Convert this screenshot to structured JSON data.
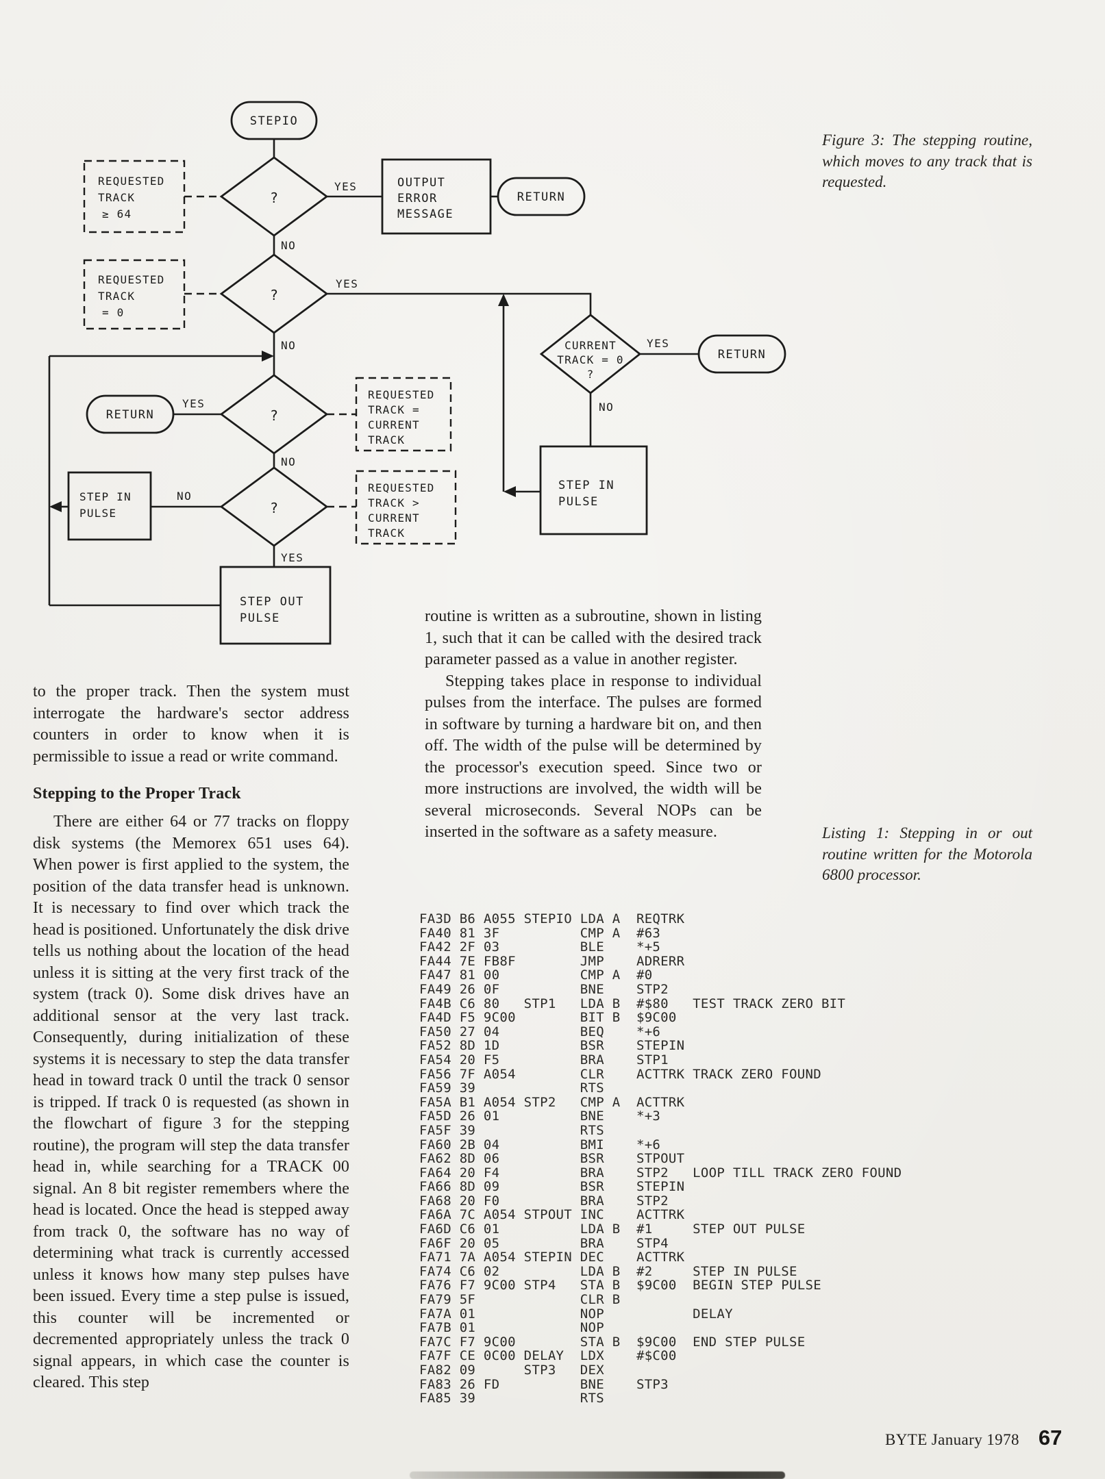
{
  "figure_caption": "Figure 3: The stepping routine, which moves to any track that is requested.",
  "listing_caption": "Listing 1: Stepping in or out routine written for the Motorola 6800 processor.",
  "flowchart": {
    "start": "STEPIO",
    "return_label": "RETURN",
    "yes": "YES",
    "no": "NO",
    "question_mark": "?",
    "output_error": [
      "OUTPUT",
      "ERROR",
      "MESSAGE"
    ],
    "req_ge_64": [
      "REQUESTED",
      "TRACK",
      "≥ 64"
    ],
    "req_eq_0": [
      "REQUESTED",
      "TRACK",
      "= 0"
    ],
    "req_eq_cur": [
      "REQUESTED",
      "TRACK =",
      "CURRENT",
      "TRACK"
    ],
    "req_gt_cur": [
      "REQUESTED",
      "TRACK >",
      "CURRENT",
      "TRACK"
    ],
    "current_track_0": [
      "CURRENT",
      "TRACK = 0",
      "?"
    ],
    "step_in_pulse": [
      "STEP IN",
      "PULSE"
    ],
    "step_out_pulse": [
      "STEP OUT",
      "PULSE"
    ]
  },
  "left_column": {
    "para1": "to the proper track. Then the system must interrogate the hardware's sector address counters in order to know when it is permissible to issue a read or write command.",
    "heading": "Stepping to the Proper Track",
    "para2": "There are either 64 or 77 tracks on floppy disk systems (the Memorex 651 uses 64). When power is first applied to the system, the position of the data transfer head is unknown. It is necessary to find over which track the head is positioned. Unfortunately the disk drive tells us nothing about the location of the head unless it is sitting at the very first track of the system (track 0). Some disk drives have an additional sensor at the very last track. Consequently, during initialization of these systems it is necessary to step the data transfer head in toward track 0 until the track 0 sensor is tripped. If track 0 is requested (as shown in the flowchart of figure 3 for the stepping routine), the program will step the data transfer head in, while searching for a TRACK 00 signal. An 8 bit register remembers where the head is located. Once the head is stepped away from track 0, the software has no way of determining what track is currently accessed unless it knows how many step pulses have been issued. Every time a step pulse is issued, this counter will be incremented or decremented appropriately unless the track 0 signal appears, in which case the counter is cleared. This step"
  },
  "right_column": {
    "para1": "routine is written as a subroutine, shown in listing 1, such that it can be called with the desired track parameter passed as a value in another register.",
    "para2": "Stepping takes place in response to individual pulses from the interface. The pulses are formed in software by turning a hardware bit on, and then off. The width of the pulse will be determined by the processor's execution speed. Since two or more instructions are involved, the width will be several microseconds. Several NOPs can be inserted in the software as a safety measure."
  },
  "listing": {
    "lines": [
      "FA3D B6 A055 STEPIO LDA A  REQTRK",
      "FA40 81 3F          CMP A  #63",
      "FA42 2F 03          BLE    *+5",
      "FA44 7E FB8F        JMP    ADRERR",
      "FA47 81 00          CMP A  #0",
      "FA49 26 0F          BNE    STP2",
      "FA4B C6 80   STP1   LDA B  #$80   TEST TRACK ZERO BIT",
      "FA4D F5 9C00        BIT B  $9C00",
      "FA50 27 04          BEQ    *+6",
      "FA52 8D 1D          BSR    STEPIN",
      "FA54 20 F5          BRA    STP1",
      "FA56 7F A054        CLR    ACTTRK TRACK ZERO FOUND",
      "FA59 39             RTS",
      "FA5A B1 A054 STP2   CMP A  ACTTRK",
      "FA5D 26 01          BNE    *+3",
      "FA5F 39             RTS",
      "FA60 2B 04          BMI    *+6",
      "FA62 8D 06          BSR    STPOUT",
      "FA64 20 F4          BRA    STP2   LOOP TILL TRACK ZERO FOUND",
      "FA66 8D 09          BSR    STEPIN",
      "FA68 20 F0          BRA    STP2",
      "FA6A 7C A054 STPOUT INC    ACTTRK",
      "FA6D C6 01          LDA B  #1     STEP OUT PULSE",
      "FA6F 20 05          BRA    STP4",
      "FA71 7A A054 STEPIN DEC    ACTTRK",
      "FA74 C6 02          LDA B  #2     STEP IN PULSE",
      "FA76 F7 9C00 STP4   STA B  $9C00  BEGIN STEP PULSE",
      "FA79 5F             CLR B",
      "FA7A 01             NOP           DELAY",
      "FA7B 01             NOP",
      "FA7C F7 9C00        STA B  $9C00  END STEP PULSE",
      "FA7F CE 0C00 DELAY  LDX    #$C00",
      "FA82 09      STP3   DEX",
      "FA83 26 FD          BNE    STP3",
      "FA85 39             RTS"
    ]
  },
  "footer": {
    "magazine": "BYTE January 1978",
    "page_number": "67"
  }
}
